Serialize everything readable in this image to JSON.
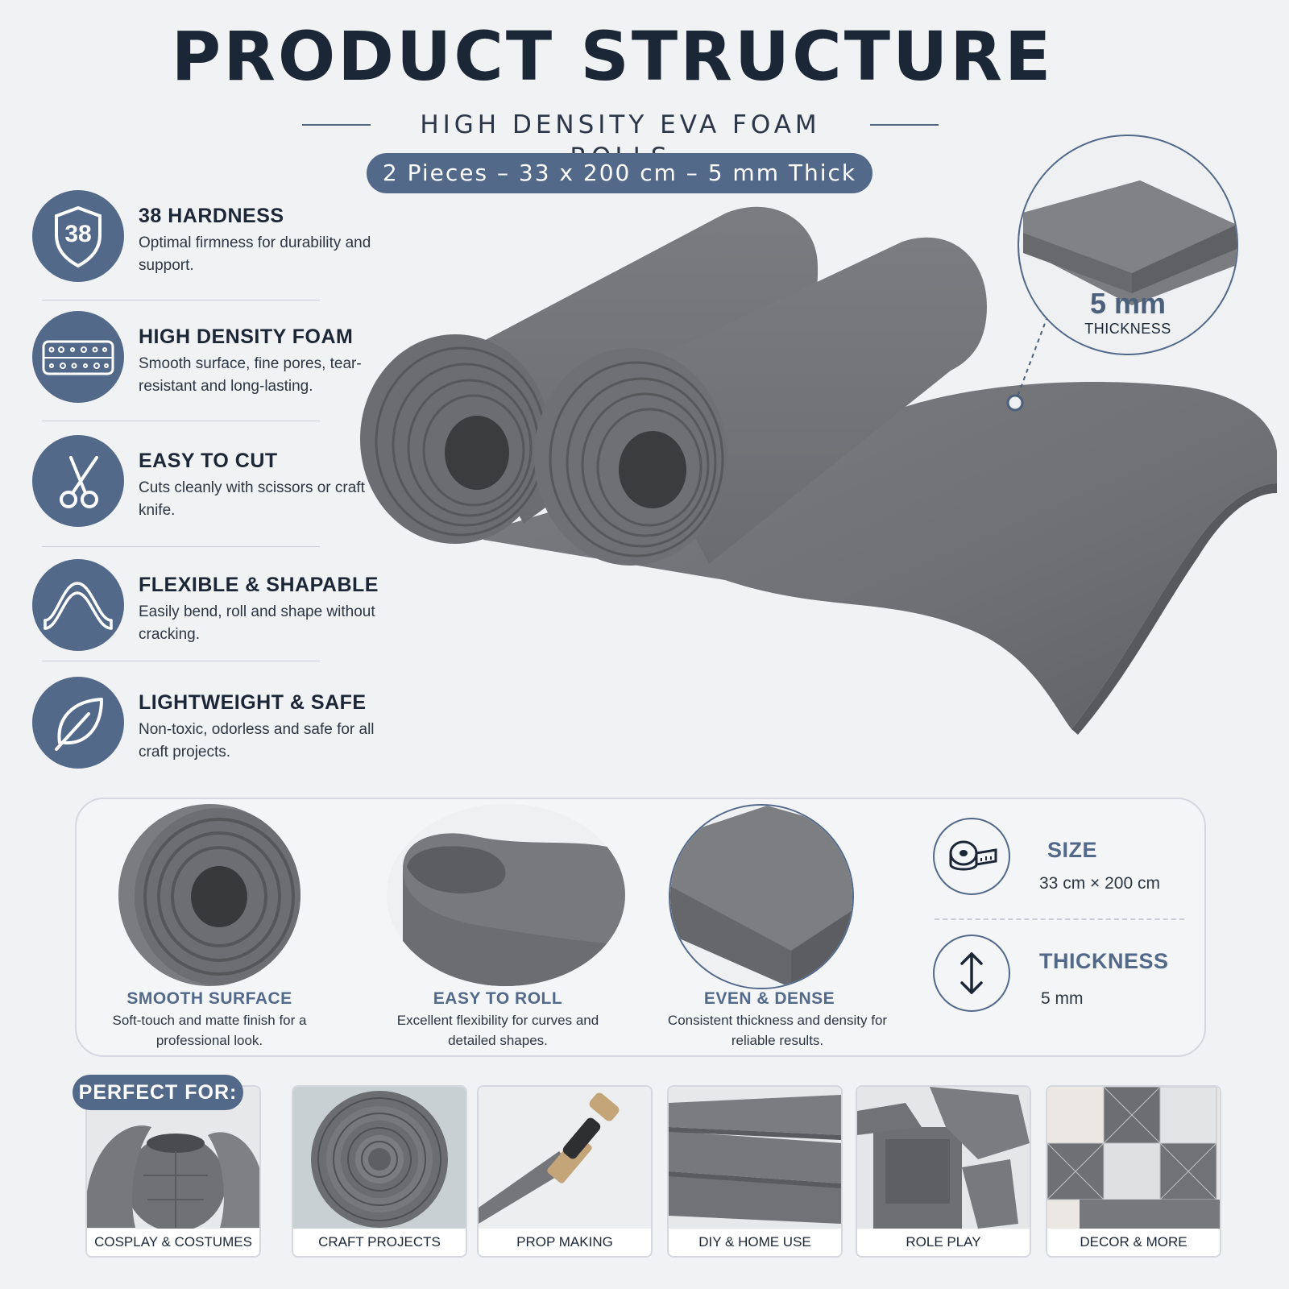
{
  "header": {
    "title": "PRODUCT STRUCTURE",
    "subtitle": "HIGH DENSITY EVA FOAM ROLLS",
    "spec_pill": "2 Pieces – 33 x 200 cm – 5 mm Thick"
  },
  "features": [
    {
      "title": "38 HARDNESS",
      "desc": "Optimal firmness for durability and support.",
      "icon": "shield-icon",
      "badge_text": "38"
    },
    {
      "title": "HIGH DENSITY FOAM",
      "desc": "Smooth surface, fine pores, tear-resistant and long-lasting.",
      "icon": "foam-pores-icon"
    },
    {
      "title": "EASY TO CUT",
      "desc": "Cuts cleanly with scissors or craft knife.",
      "icon": "scissors-icon"
    },
    {
      "title": "FLEXIBLE & SHAPABLE",
      "desc": "Easily bend, roll and shape without cracking.",
      "icon": "bend-icon"
    },
    {
      "title": "LIGHTWEIGHT & SAFE",
      "desc": "Non-toxic, odorless and safe for all craft projects.",
      "icon": "leaf-icon"
    }
  ],
  "zoom": {
    "value": "5 mm",
    "label": "THICKNESS"
  },
  "details": [
    {
      "title": "SMOOTH SURFACE",
      "desc": "Soft-touch and matte finish for a professional look."
    },
    {
      "title": "EASY TO ROLL",
      "desc": "Excellent flexibility for curves and detailed shapes."
    },
    {
      "title": "EVEN & DENSE",
      "desc": "Consistent thickness and density for reliable results."
    }
  ],
  "specs": {
    "size": {
      "title": "SIZE",
      "value": "33 cm  ×  200 cm",
      "icon": "tape-measure-icon"
    },
    "thickness": {
      "title": "THICKNESS",
      "value": "5 mm",
      "icon": "vertical-arrows-icon"
    }
  },
  "uses": {
    "badge": "PERFECT FOR:",
    "items": [
      "COSPLAY & COSTUMES",
      "CRAFT PROJECTS",
      "PROP MAKING",
      "DIY & HOME USE",
      "ROLE PLAY",
      "DECOR & MORE"
    ]
  },
  "colors": {
    "accent": "#53698a",
    "navy": "#1b2636",
    "foam": "#707275",
    "background": "#f1f2f4"
  }
}
